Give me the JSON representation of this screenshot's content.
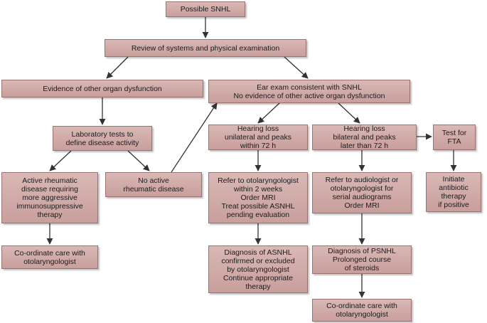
{
  "nodes": {
    "possible_snhl": {
      "lines": [
        "Possible SNHL"
      ]
    },
    "review": {
      "lines": [
        "Review of systems and physical examination"
      ]
    },
    "other_organ": {
      "lines": [
        "Evidence of other organ dysfunction"
      ]
    },
    "ear_exam": {
      "lines": [
        "Ear exam consistent with SNHL",
        "No evidence of other active organ dysfunction"
      ]
    },
    "lab_tests": {
      "lines": [
        "Laboratory tests to",
        "define disease activity"
      ]
    },
    "active_rheum": {
      "lines": [
        "Active rheumatic",
        "disease requiring",
        "more aggressive",
        "immunosuppressive",
        "therapy"
      ]
    },
    "no_active": {
      "lines": [
        "No active",
        "rheumatic disease"
      ]
    },
    "unilateral": {
      "lines": [
        "Hearing loss",
        "unilateral and peaks",
        "within 72 h"
      ]
    },
    "bilateral": {
      "lines": [
        "Hearing loss",
        "bilateral and peaks",
        "later than 72 h"
      ]
    },
    "test_fta": {
      "lines": [
        "Test for",
        "FTA"
      ]
    },
    "refer_2wk": {
      "lines": [
        "Refer to otolaryngologist",
        "within 2 weeks",
        "Order MRI",
        "Treat possible ASNHL",
        "pending evaluation"
      ]
    },
    "refer_audio": {
      "lines": [
        "Refer to audiologist or",
        "otolaryngologist for",
        "serial audiograms",
        "Order MRI"
      ]
    },
    "antibiotic": {
      "lines": [
        "Initiate",
        "antibiotic",
        "therapy",
        "if positive"
      ]
    },
    "coord_left": {
      "lines": [
        "Co-ordinate care with",
        "otolaryngologist"
      ]
    },
    "asnhl": {
      "lines": [
        "Diagnosis of ASNHL",
        "confirmed or excluded",
        "by otolaryngologist",
        "Continue appropriate",
        "therapy"
      ]
    },
    "psnhl": {
      "lines": [
        "Diagnosis of PSNHL",
        "Prolonged course",
        "of steroids"
      ]
    },
    "coord_right": {
      "lines": [
        "Co-ordinate care with",
        "otolaryngologist"
      ]
    }
  },
  "colors": {
    "box_fill": "#d4b1ae",
    "box_border": "#9c7370",
    "arrow": "#333333"
  }
}
